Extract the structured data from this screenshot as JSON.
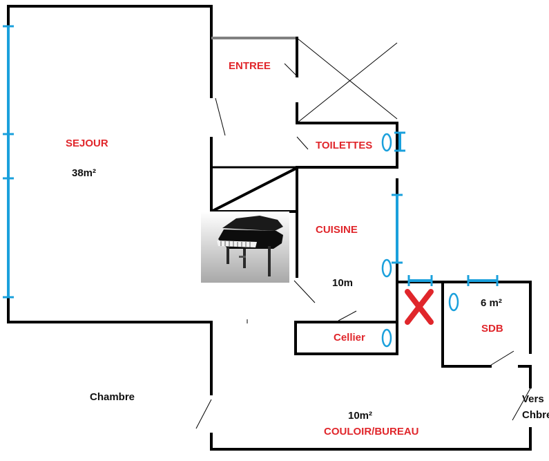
{
  "rooms": {
    "sejour": {
      "name": "SEJOUR",
      "area": "38m²"
    },
    "entree": {
      "name": "ENTREE"
    },
    "toilettes": {
      "name": "TOILETTES"
    },
    "cuisine": {
      "name": "CUISINE",
      "area": "10m"
    },
    "cellier": {
      "name": "Cellier"
    },
    "sdb": {
      "name": "SDB",
      "area": "6 m²"
    },
    "chambre": {
      "name": "Chambre"
    },
    "couloir": {
      "name": "COULOIR/BUREAU",
      "area": "10m²"
    },
    "vers_chbre": {
      "line1": "Vers",
      "line2": "Chbre"
    }
  },
  "colors": {
    "wall": "#000000",
    "window": "#1aa0dc",
    "room_label": "#e0262b",
    "remove_mark": "#e0262b"
  },
  "icons": [
    "grand-piano-image",
    "remove-cross-mark",
    "window-oval-marker"
  ]
}
